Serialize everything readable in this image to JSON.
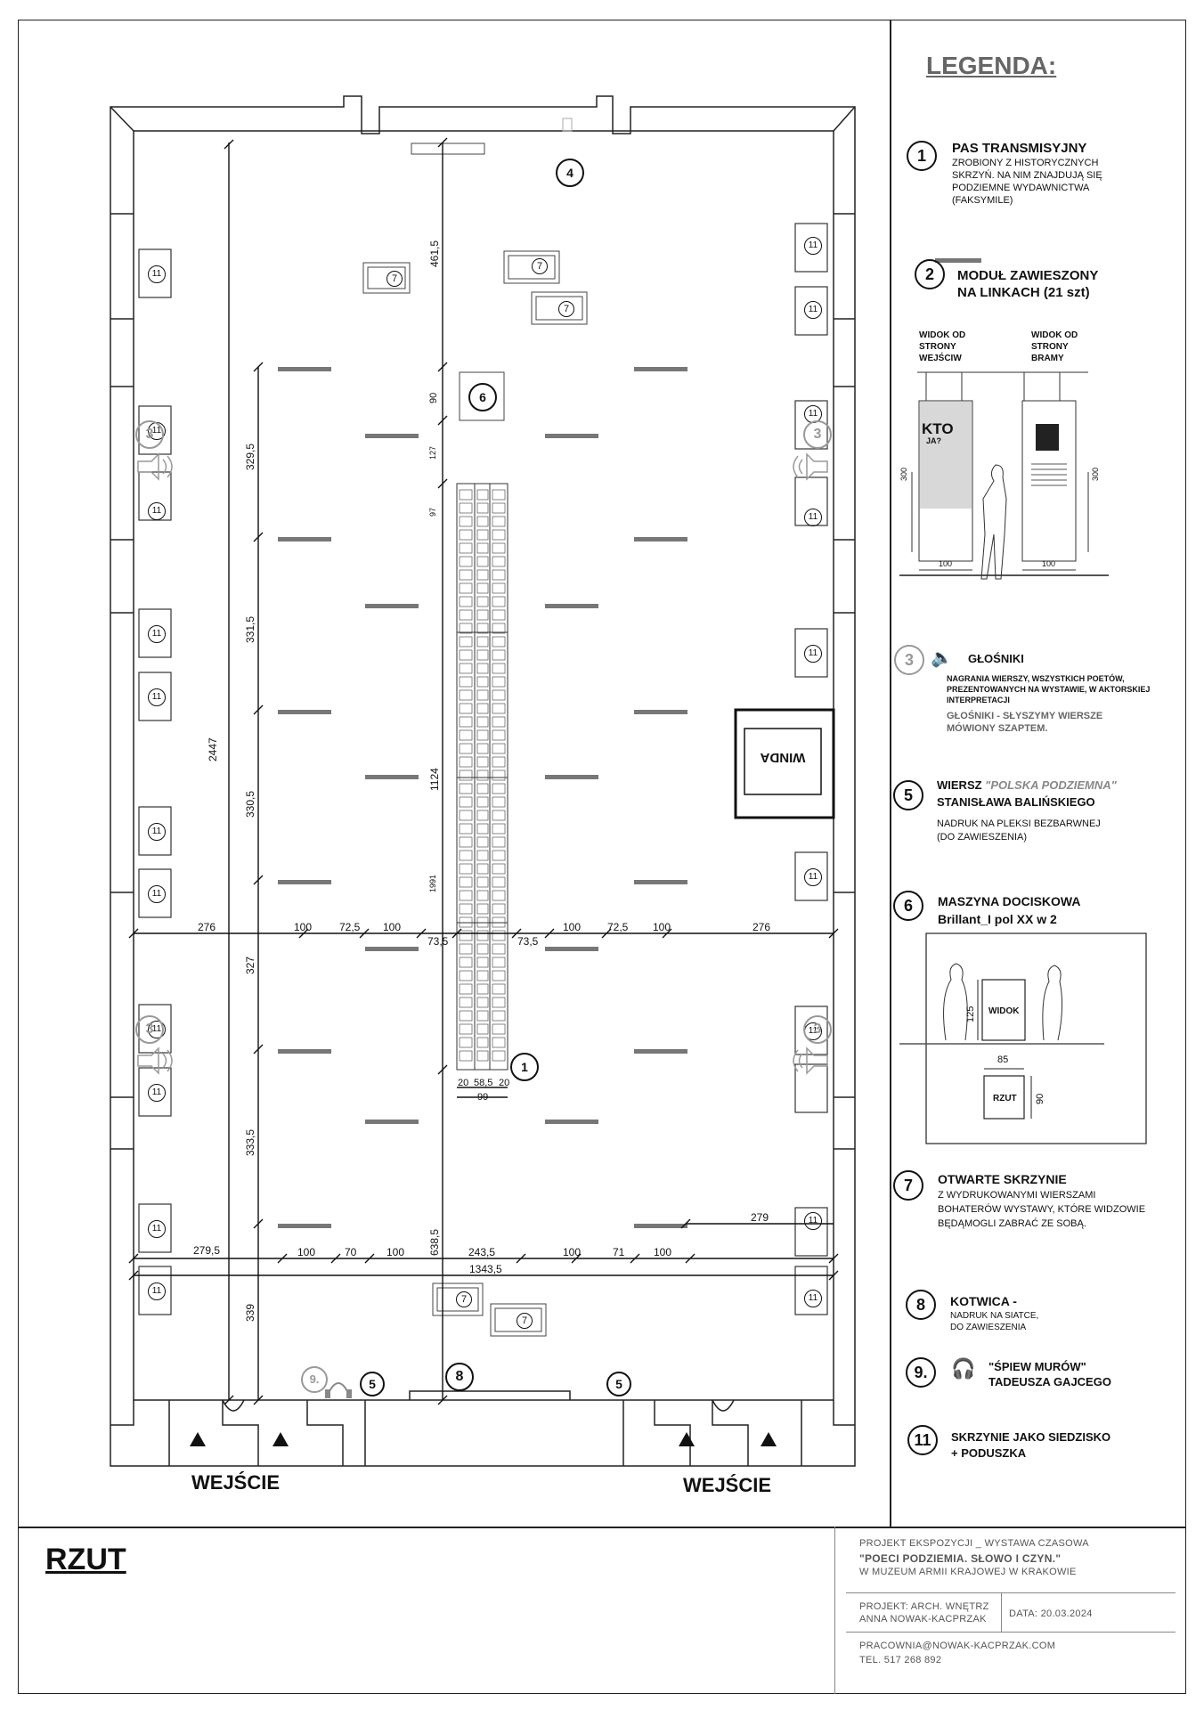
{
  "legend": {
    "heading": "LEGENDA:",
    "items": [
      {
        "num": "1",
        "title": "PAS TRANSMISYJNY",
        "sub": [
          "ZROBIONY Z HISTORYCZNYCH",
          "SKRZYŃ. NA NIM ZNAJDUJĄ SIĘ",
          "PODZIEMNE WYDAWNICTWA",
          "(FAKSYMILE)"
        ]
      },
      {
        "num": "2",
        "title": "MODUŁ ZAWIESZONY",
        "title2": "NA LINKACH (21 szt)"
      },
      {
        "num": "3",
        "title": "GŁOŚNIKI",
        "sub": [
          "NAGRANIA WIERSZY, WSZYSTKICH POETÓW,",
          "PREZENTOWANYCH NA WYSTAWIE, W AKTORSKIEJ",
          "INTERPRETACJI"
        ],
        "sub2": [
          "GŁOŚNIKI - SŁYSZYMY WIERSZE",
          "MÓWIONY SZAPTEM."
        ]
      },
      {
        "num": "5",
        "title": "WIERSZ ",
        "title_italic": "\"POLSKA PODZIEMNA\"",
        "title2": "STANISŁAWA BALIŃSKIEGO",
        "sub": [
          "NADRUK NA PLEKSI BEZBARWNEJ",
          "(DO ZAWIESZENIA)"
        ]
      },
      {
        "num": "6",
        "title": "MASZYNA DOCISKOWA",
        "title2": "Brillant_I pol XX w 2"
      },
      {
        "num": "7",
        "title": "OTWARTE SKRZYNIE",
        "sub": [
          "Z WYDRUKOWANYMI WIERSZAMI",
          "BOHATERÓW WYSTAWY, KTÓRE WIDZOWIE",
          "BĘDĄMOGLI ZABRAĆ ZE SOBĄ."
        ]
      },
      {
        "num": "8",
        "title": "KOTWICA -",
        "sub": [
          "NADRUK NA SIATCE,",
          "DO ZAWIESZENIA"
        ]
      },
      {
        "num": "9.",
        "title": "\"ŚPIEW MURÓW\"",
        "title2": "TADEUSZA GAJCEGO"
      },
      {
        "num": "11",
        "title": "SKRZYNIE JAKO SIEDZISKO",
        "title2": "+ PODUSZKA"
      }
    ],
    "module_view": {
      "left_label": [
        "WIDOK OD",
        "STRONY",
        "WEJŚCIW"
      ],
      "right_label": [
        "WIDOK OD",
        "STRONY",
        "BRAMY"
      ],
      "height": "300",
      "width_left": "100",
      "width_right": "100",
      "kto": "KTO",
      "kto_sub": "JA?"
    },
    "press_view": {
      "widok": "WIDOK",
      "rzut": "RZUT",
      "h": "125",
      "w": "85",
      "d": "90"
    }
  },
  "plan": {
    "winda": "WINDA",
    "entrances": [
      "WEJŚCIE",
      "WEJŚCIE"
    ],
    "dims": {
      "total_height": "2447",
      "top_to_6": "461,5",
      "d90": "90",
      "d127": "127",
      "d97": "97",
      "belt": "1124",
      "d1991": "1991",
      "d6385": "638,5",
      "left_col": [
        "329,5",
        "331,5",
        "330,5",
        "327",
        "333,5",
        "339"
      ],
      "row1_left": [
        "276",
        "100",
        "72,5",
        "100",
        "73,5"
      ],
      "row1_right": [
        "73,5",
        "100",
        "72,5",
        "100",
        "276"
      ],
      "row2": [
        "279,5",
        "100",
        "70",
        "100",
        "243,5",
        "100",
        "71",
        "100"
      ],
      "right_279": "279",
      "total_width": "1343,5",
      "belt_w": [
        "20",
        "58,5",
        "20"
      ],
      "belt_total": "99"
    },
    "markers": {
      "m1": "1",
      "m3": "3",
      "m4": "4",
      "m5": "5",
      "m6": "6",
      "m7": "7",
      "m8": "8",
      "m9": "9.",
      "m11": "11"
    }
  },
  "title_block": {
    "rzut": "RZUT",
    "project_lines": [
      "PROJEKT EKSPOZYCJI _ WYSTAWA CZASOWA",
      "\"POECI PODZIEMIA. SŁOWO I CZYN.\"",
      "W MUZEUM ARMII KRAJOWEJ W KRAKOWIE"
    ],
    "author_lines": [
      "PROJEKT: ARCH. WNĘTRZ",
      "ANNA NOWAK-KACPRZAK"
    ],
    "date": "DATA: 20.03.2024",
    "contact_lines": [
      "PRACOWNIA@NOWAK-KACPRZAK.COM",
      "TEL. 517 268 892"
    ]
  }
}
